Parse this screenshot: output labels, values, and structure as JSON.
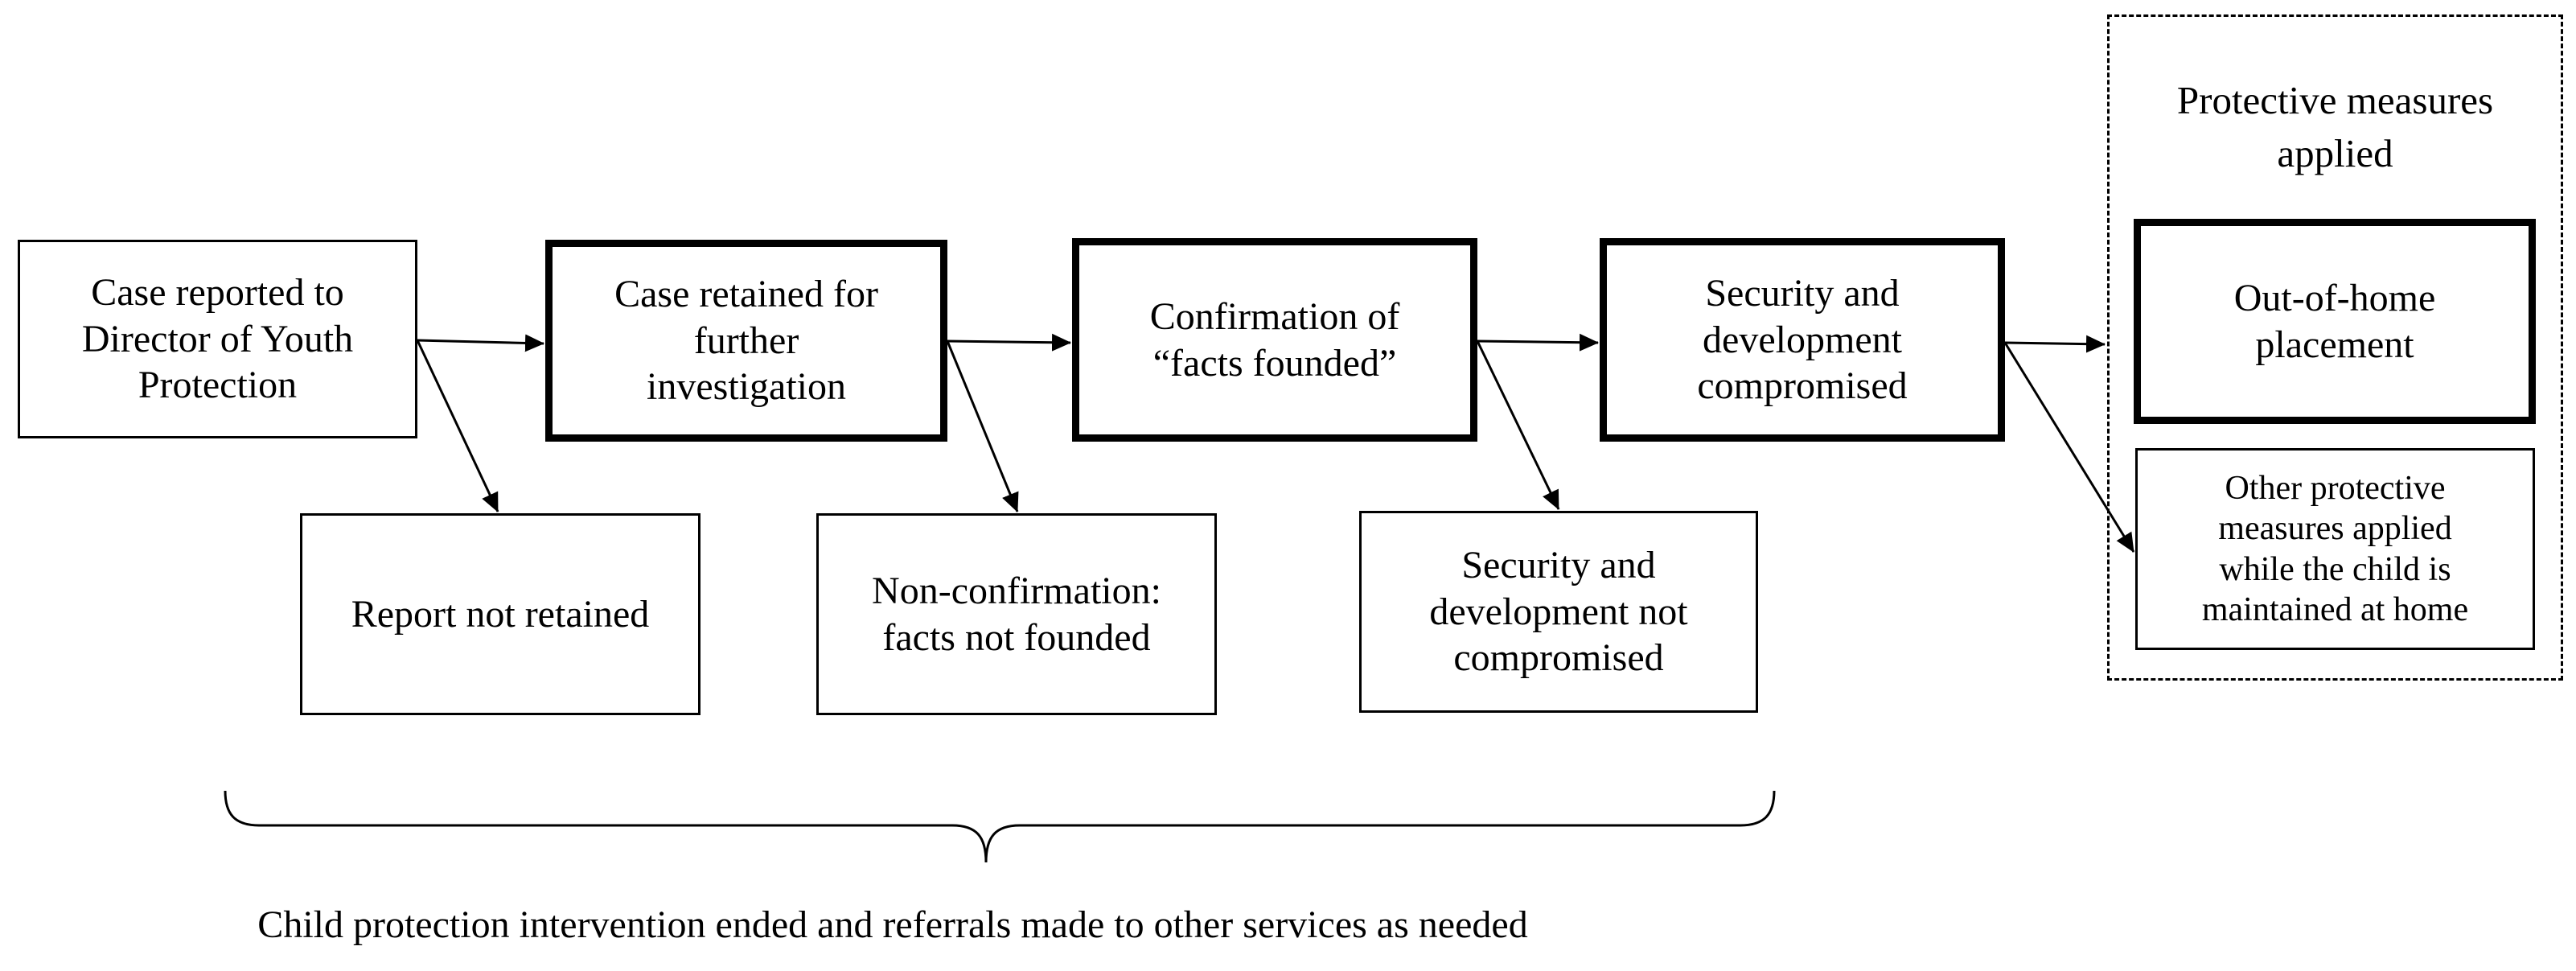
{
  "steps": {
    "reported": "Case reported to\nDirector of Youth\nProtection",
    "retained": "Case retained for\nfurther\ninvestigation",
    "confirmation": "Confirmation of\n“facts founded”",
    "compromised": "Security and\ndevelopment\ncompromised",
    "placement": "Out-of-home\nplacement"
  },
  "outcomes": {
    "not_retained": "Report not retained",
    "non_confirmation": "Non-confirmation:\nfacts not founded",
    "not_compromised": "Security and\ndevelopment not\ncompromised",
    "other_measures": "Other protective\nmeasures applied\nwhile the child is\nmaintained at home"
  },
  "group": {
    "title": "Protective measures\napplied"
  },
  "footer": {
    "text": "Child protection intervention ended and referrals made to other services as needed"
  }
}
